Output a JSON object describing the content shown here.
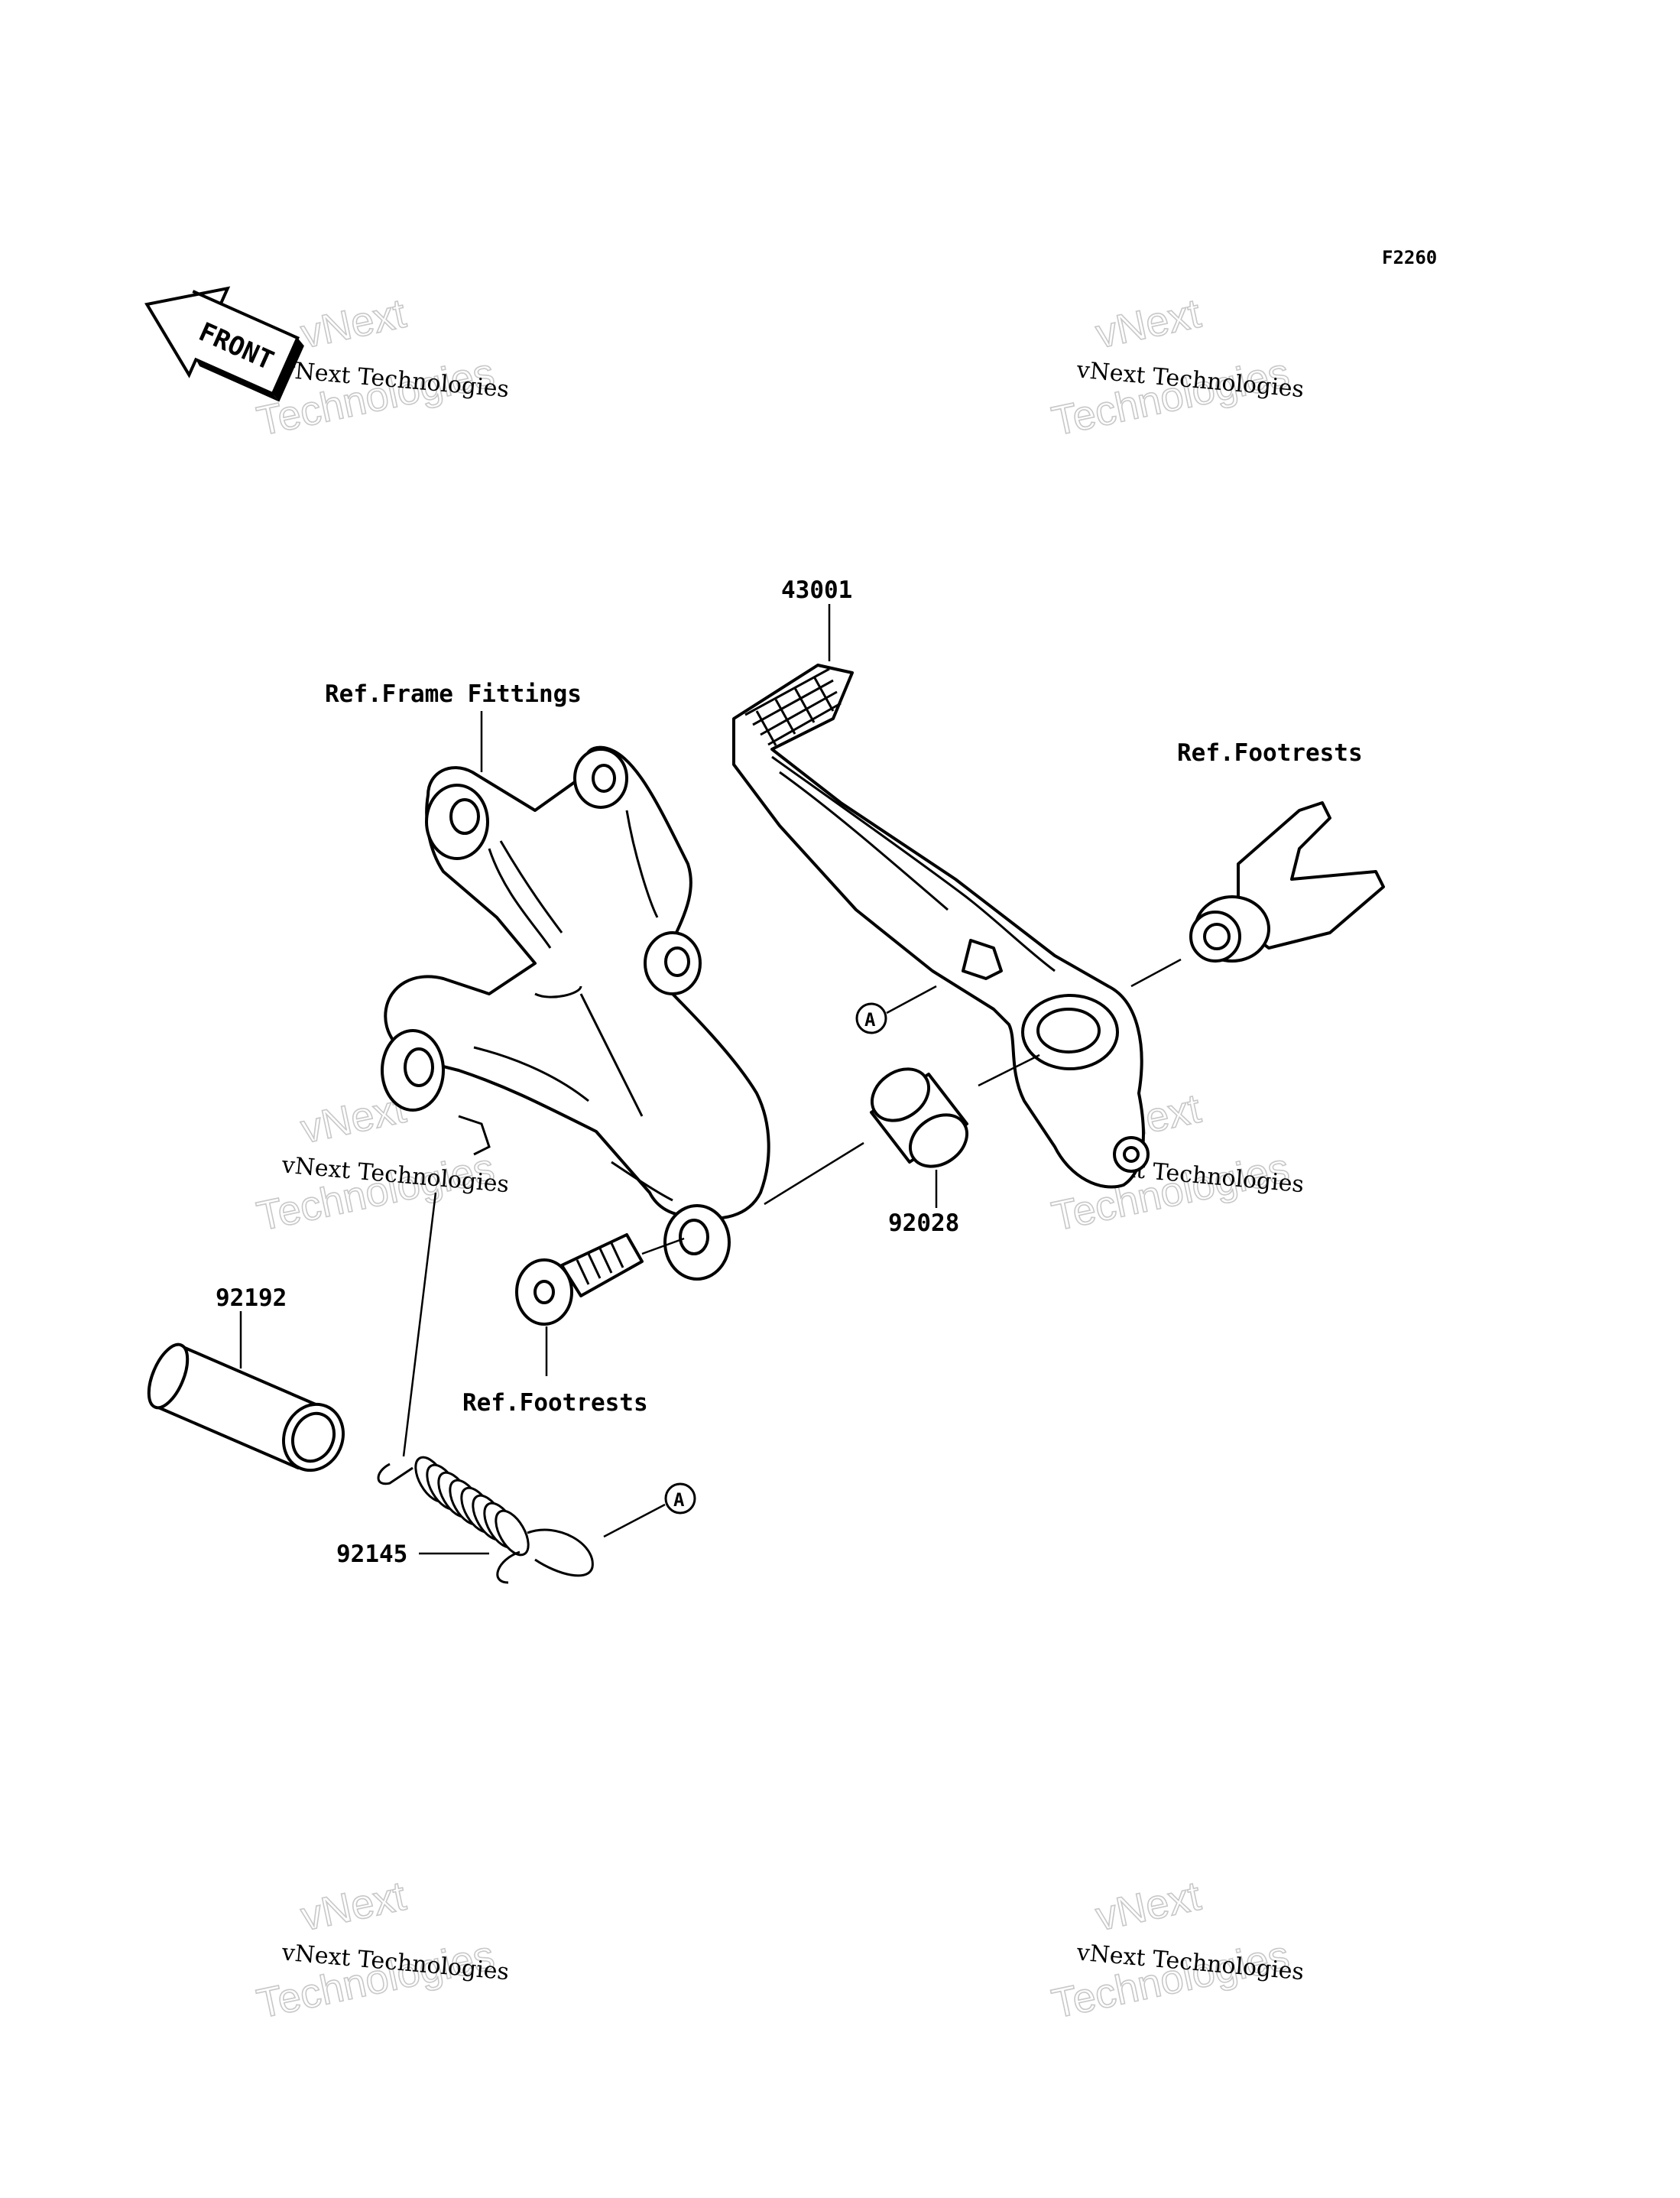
{
  "diagram_code": "F2260",
  "front_indicator": {
    "label": "FRONT",
    "icon": "front-arrow-icon"
  },
  "parts": [
    {
      "number": "43001"
    },
    {
      "number": "92028"
    },
    {
      "number": "92192"
    },
    {
      "number": "92145"
    }
  ],
  "references": {
    "frame_fittings": "Ref.Frame Fittings",
    "footrests_right": "Ref.Footrests",
    "footrests_bottom": "Ref.Footrests"
  },
  "connection_marker": "A",
  "watermark": {
    "line_small": "vNext Technologies",
    "line_big_1": "vNext",
    "line_big_2": "Technologies",
    "color": "#c8c8c8"
  }
}
